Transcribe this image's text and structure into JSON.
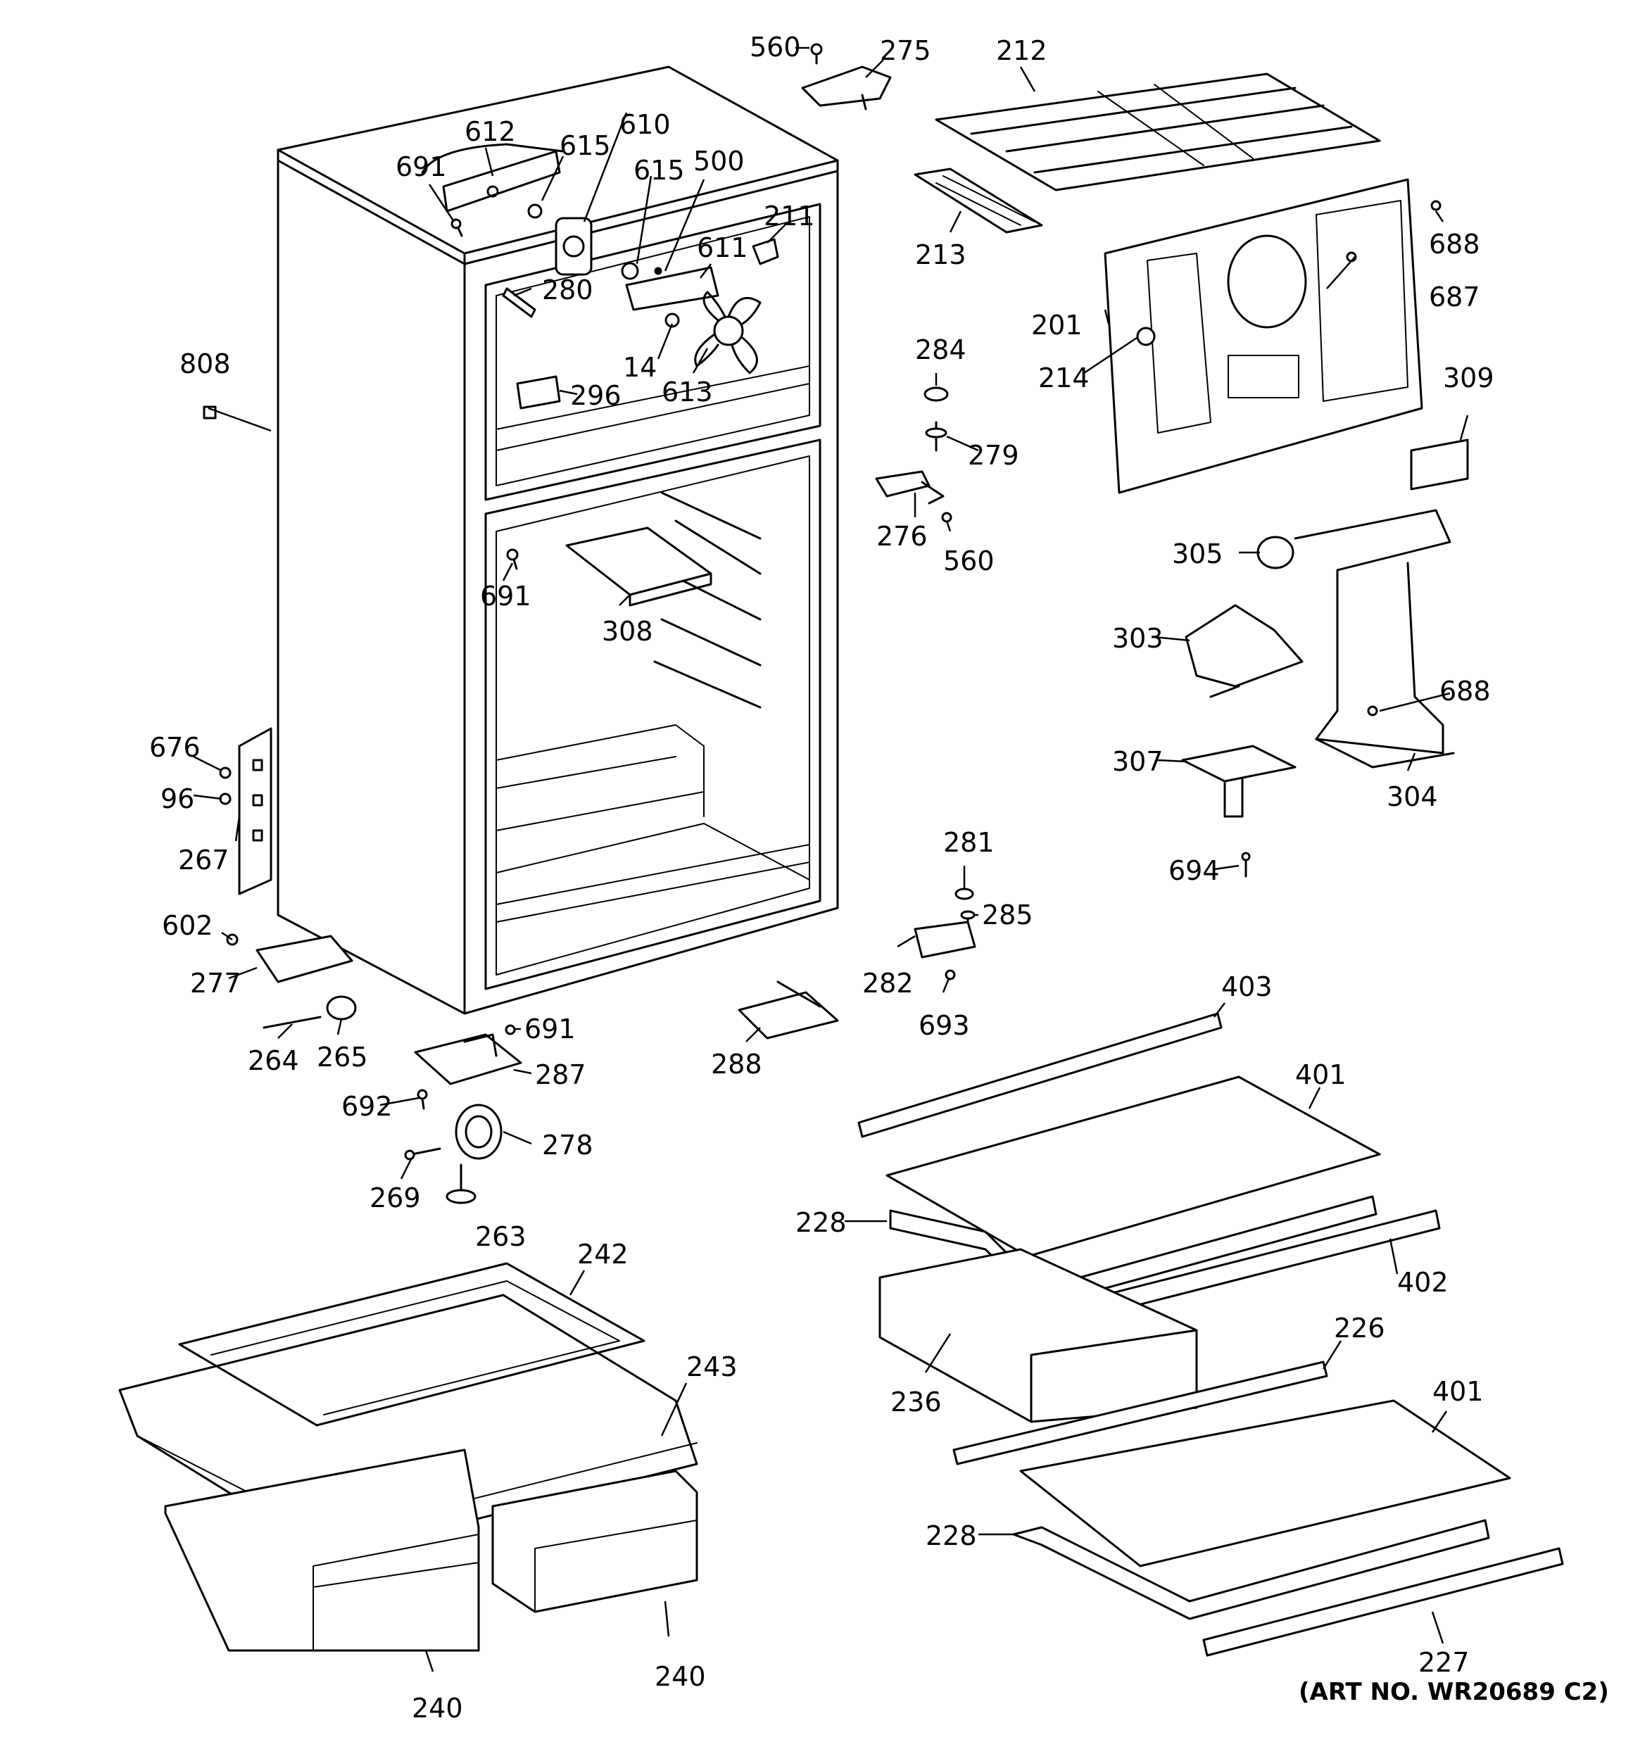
{
  "diagram": {
    "art_number": "(ART NO. WR20689 C2)",
    "callouts": [
      {
        "id": "560a",
        "text": "560"
      },
      {
        "id": "275",
        "text": "275"
      },
      {
        "id": "212",
        "text": "212"
      },
      {
        "id": "612",
        "text": "612"
      },
      {
        "id": "615a",
        "text": "615"
      },
      {
        "id": "610",
        "text": "610"
      },
      {
        "id": "615b",
        "text": "615"
      },
      {
        "id": "500",
        "text": "500"
      },
      {
        "id": "691a",
        "text": "691"
      },
      {
        "id": "211",
        "text": "211"
      },
      {
        "id": "213",
        "text": "213"
      },
      {
        "id": "688a",
        "text": "688"
      },
      {
        "id": "611",
        "text": "611"
      },
      {
        "id": "280",
        "text": "280"
      },
      {
        "id": "687",
        "text": "687"
      },
      {
        "id": "201",
        "text": "201"
      },
      {
        "id": "808",
        "text": "808"
      },
      {
        "id": "284",
        "text": "284"
      },
      {
        "id": "214",
        "text": "214"
      },
      {
        "id": "14",
        "text": "14"
      },
      {
        "id": "613",
        "text": "613"
      },
      {
        "id": "296",
        "text": "296"
      },
      {
        "id": "309",
        "text": "309"
      },
      {
        "id": "279",
        "text": "279"
      },
      {
        "id": "276",
        "text": "276"
      },
      {
        "id": "560b",
        "text": "560"
      },
      {
        "id": "305",
        "text": "305"
      },
      {
        "id": "691b",
        "text": "691"
      },
      {
        "id": "308",
        "text": "308"
      },
      {
        "id": "303",
        "text": "303"
      },
      {
        "id": "688b",
        "text": "688"
      },
      {
        "id": "676",
        "text": "676"
      },
      {
        "id": "307",
        "text": "307"
      },
      {
        "id": "96",
        "text": "96"
      },
      {
        "id": "304",
        "text": "304"
      },
      {
        "id": "267",
        "text": "267"
      },
      {
        "id": "281",
        "text": "281"
      },
      {
        "id": "694",
        "text": "694"
      },
      {
        "id": "285",
        "text": "285"
      },
      {
        "id": "602",
        "text": "602"
      },
      {
        "id": "282",
        "text": "282"
      },
      {
        "id": "277",
        "text": "277"
      },
      {
        "id": "403",
        "text": "403"
      },
      {
        "id": "693",
        "text": "693"
      },
      {
        "id": "691c",
        "text": "691"
      },
      {
        "id": "264",
        "text": "264"
      },
      {
        "id": "265",
        "text": "265"
      },
      {
        "id": "288",
        "text": "288"
      },
      {
        "id": "287",
        "text": "287"
      },
      {
        "id": "401a",
        "text": "401"
      },
      {
        "id": "692",
        "text": "692"
      },
      {
        "id": "278",
        "text": "278"
      },
      {
        "id": "269",
        "text": "269"
      },
      {
        "id": "263",
        "text": "263"
      },
      {
        "id": "228a",
        "text": "228"
      },
      {
        "id": "402",
        "text": "402"
      },
      {
        "id": "242",
        "text": "242"
      },
      {
        "id": "226",
        "text": "226"
      },
      {
        "id": "243",
        "text": "243"
      },
      {
        "id": "236",
        "text": "236"
      },
      {
        "id": "401b",
        "text": "401"
      },
      {
        "id": "228b",
        "text": "228"
      },
      {
        "id": "227",
        "text": "227"
      },
      {
        "id": "240a",
        "text": "240"
      },
      {
        "id": "240b",
        "text": "240"
      }
    ]
  }
}
